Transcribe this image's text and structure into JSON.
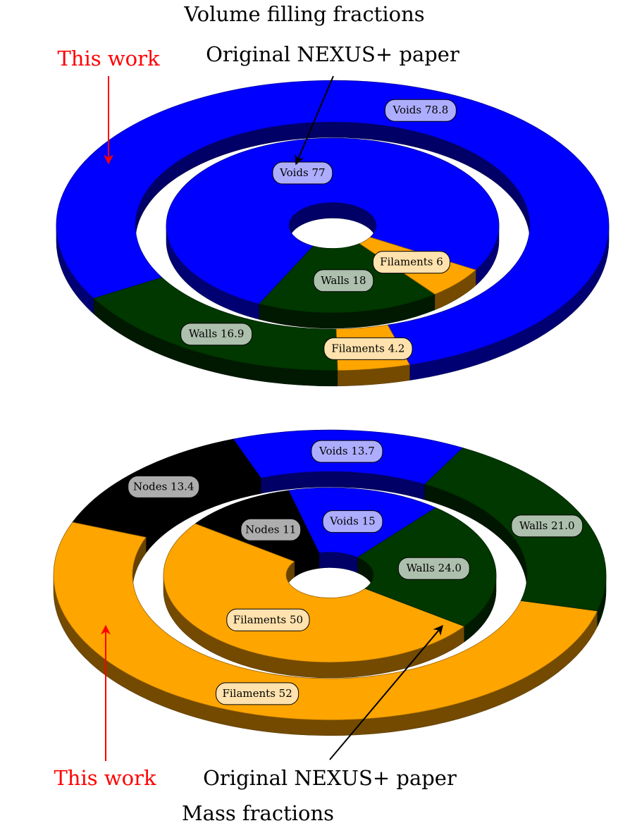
{
  "colors": {
    "voids": "#0000ff",
    "walls": "#003800",
    "filaments": "#ffa500",
    "nodes": "#000000",
    "this_work": "#ff0000",
    "nexus": "#000000"
  },
  "chart_data": [
    {
      "type": "pie",
      "variant": "nested-donut-3d",
      "title": "Volume filling fractions",
      "rings": [
        {
          "name": "This work",
          "position": "outer",
          "slices": [
            {
              "label": "Voids",
              "value": 78.8,
              "text": "Voids 78.8",
              "color": "#0000ff"
            },
            {
              "label": "Walls",
              "value": 16.9,
              "text": "Walls 16.9",
              "color": "#003800"
            },
            {
              "label": "Filaments",
              "value": 4.2,
              "text": "Filaments 4.2",
              "color": "#ffa500"
            }
          ]
        },
        {
          "name": "Original NEXUS+ paper",
          "position": "inner",
          "slices": [
            {
              "label": "Voids",
              "value": 77,
              "text": "Voids 77",
              "color": "#0000ff"
            },
            {
              "label": "Walls",
              "value": 18,
              "text": "Walls 18",
              "color": "#003800"
            },
            {
              "label": "Filaments",
              "value": 6,
              "text": "Filaments 6",
              "color": "#ffa500"
            }
          ]
        }
      ]
    },
    {
      "type": "pie",
      "variant": "nested-donut-3d",
      "title": "Mass fractions",
      "rings": [
        {
          "name": "This work",
          "position": "outer",
          "slices": [
            {
              "label": "Voids",
              "value": 13.7,
              "text": "Voids 13.7",
              "color": "#0000ff"
            },
            {
              "label": "Nodes",
              "value": 13.4,
              "text": "Nodes 13.4",
              "color": "#000000"
            },
            {
              "label": "Filaments",
              "value": 52,
              "text": "Filaments 52",
              "color": "#ffa500"
            },
            {
              "label": "Walls",
              "value": 21.0,
              "text": "Walls 21.0",
              "color": "#003800"
            }
          ]
        },
        {
          "name": "Original NEXUS+ paper",
          "position": "inner",
          "slices": [
            {
              "label": "Voids",
              "value": 15,
              "text": "Voids 15",
              "color": "#0000ff"
            },
            {
              "label": "Nodes",
              "value": 11,
              "text": "Nodes 11",
              "color": "#000000"
            },
            {
              "label": "Filaments",
              "value": 50,
              "text": "Filaments 50",
              "color": "#ffa500"
            },
            {
              "label": "Walls",
              "value": 24.0,
              "text": "Walls 24.0",
              "color": "#003800"
            }
          ]
        }
      ]
    }
  ]
}
